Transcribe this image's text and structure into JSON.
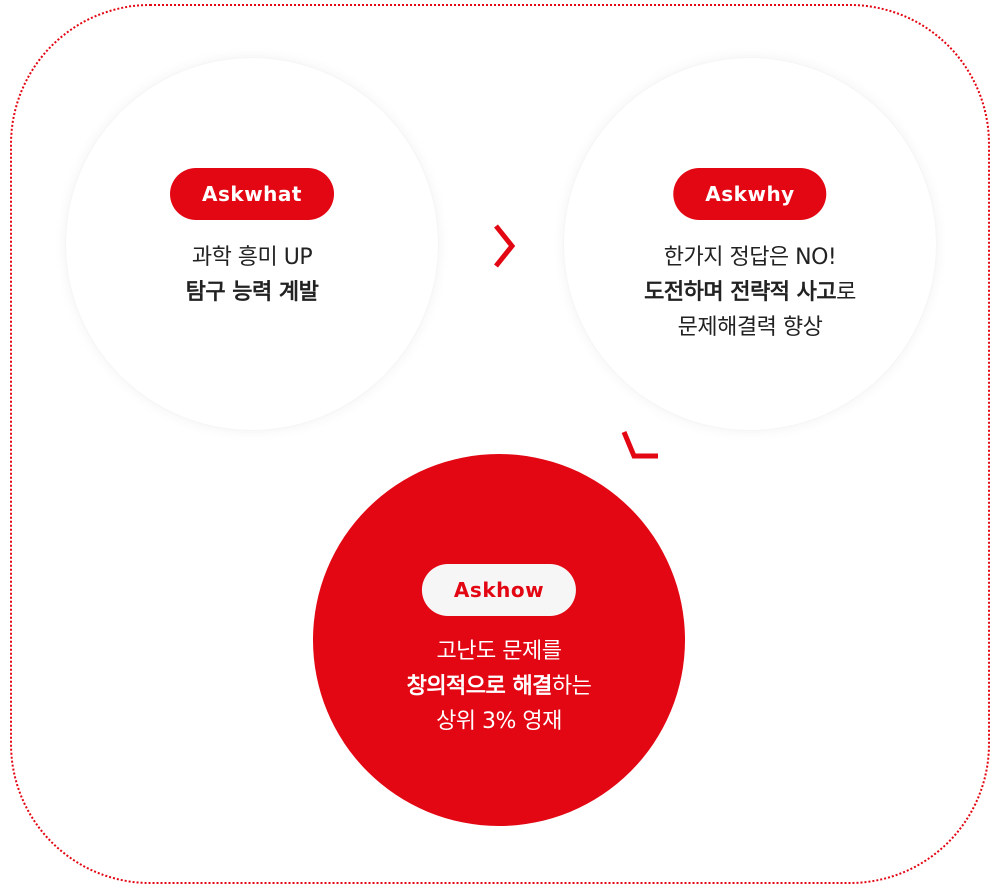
{
  "colors": {
    "accent": "#e30613",
    "text": "#222222",
    "pill_light": "#f6f6f6"
  },
  "cards": [
    {
      "pill": "Askwhat",
      "line1": "과학 흥미 UP",
      "line2": "탐구 능력 계발"
    },
    {
      "pill": "Askwhy",
      "line1": "한가지 정답은 NO!",
      "line2_bold": "도전하며 전략적 사고",
      "line2_rest": "로",
      "line3": "문제해결력 향상"
    },
    {
      "pill": "Askhow",
      "line1": "고난도 문제를",
      "line2_bold": "창의적으로 해결",
      "line2_rest": "하는",
      "line3": "상위 3% 영재"
    }
  ],
  "icons": {
    "arrow_right": "chevron-right-icon",
    "arrow_down": "chevron-down-icon"
  }
}
